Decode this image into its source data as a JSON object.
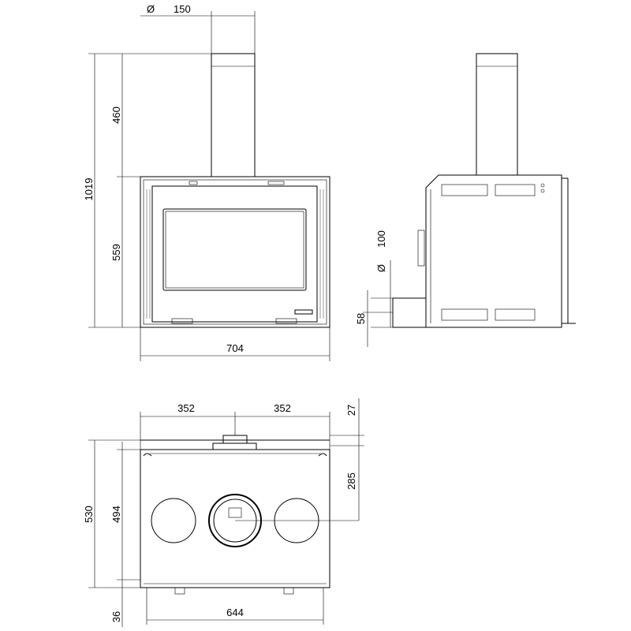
{
  "front_view": {
    "flue_diameter_symbol": "Ø",
    "flue_diameter": "150",
    "flue_height": "460",
    "total_height": "1019",
    "body_height": "559",
    "width": "704"
  },
  "side_view": {
    "outlet_diameter_symbol": "Ø",
    "outlet_diameter": "100",
    "outlet_height": "58"
  },
  "top_view": {
    "half_width_left": "352",
    "half_width_right": "352",
    "front_offset": "27",
    "flue_center_depth": "285",
    "total_depth": "530",
    "body_depth": "494",
    "rear_offset": "36",
    "inner_width": "644"
  }
}
